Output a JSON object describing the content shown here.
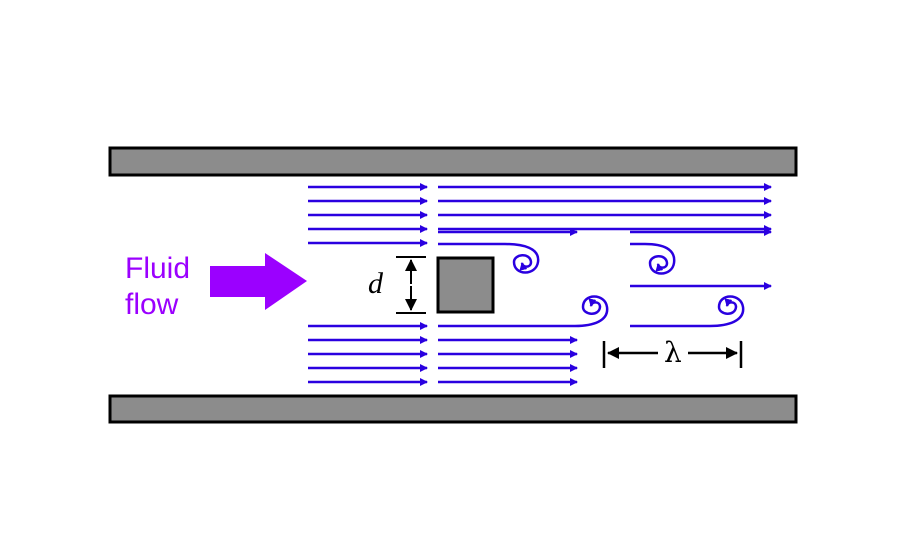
{
  "labels": {
    "fluid_line1": "Fluid",
    "fluid_line2": "flow",
    "dimension_d": "d",
    "wavelength": "λ"
  },
  "colors": {
    "streamline": "#2a00e0",
    "flow_arrow": "#9b00ff",
    "flow_label": "#9b00ff",
    "wall_fill": "#8c8c8c",
    "wall_stroke": "#000000",
    "obstacle_fill": "#8c8c8c",
    "dimension": "#000000"
  },
  "icons": {
    "flow_direction": "block-arrow-right-icon",
    "vortex": "spiral-vortex-icon"
  }
}
